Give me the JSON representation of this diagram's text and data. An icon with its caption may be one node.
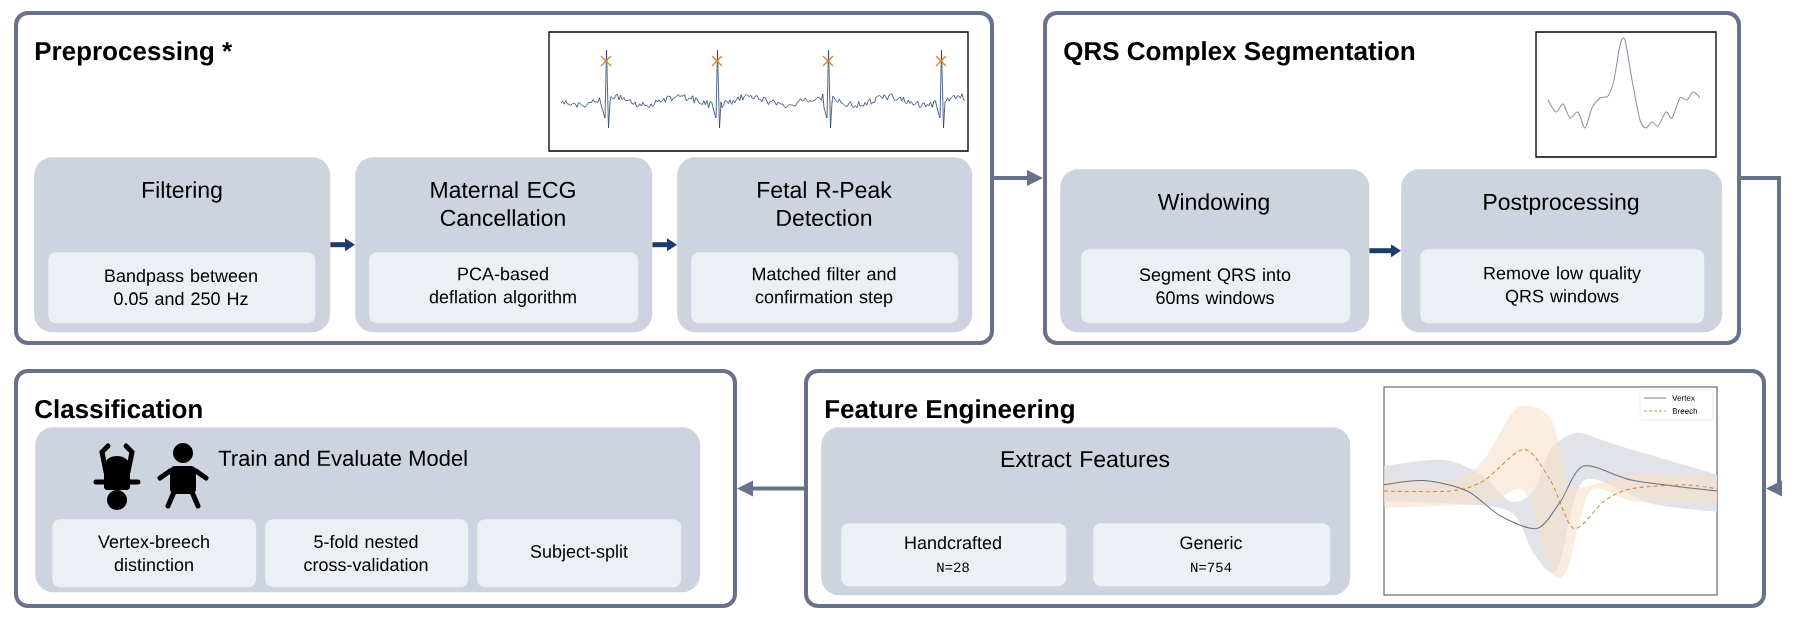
{
  "diagram": {
    "nodes": [
      {
        "text": [
          "Preprocessing *"
        ]
      },
      {
        "text": [
          "Filtering"
        ],
        "in": 0
      },
      {
        "text": [
          "Bandpass between 0.05 and 250 Hz"
        ],
        "in": 1
      },
      {
        "text": [
          "Maternal ECG Cancellation"
        ],
        "in": 0
      },
      {
        "text": [
          "PCA-based deflation algorithm"
        ],
        "in": 3
      },
      {
        "text": [
          "Fetal R-Peak Detection"
        ],
        "in": 0
      },
      {
        "text": [
          "Matched filter and confirmation step"
        ],
        "in": 5
      },
      {
        "text": [
          "QRS Complex Segmentation"
        ]
      },
      {
        "text": [
          "Windowing"
        ],
        "in": 7
      },
      {
        "text": [
          "Segment QRS into 60ms windows"
        ],
        "in": 8
      },
      {
        "text": [
          "Postprocessing"
        ],
        "in": 7
      },
      {
        "text": [
          "Remove low quality QRS windows"
        ],
        "in": 10
      },
      {
        "text": [
          "Feature Engineering"
        ]
      },
      {
        "text": [
          "Extract Features"
        ],
        "in": 12
      },
      {
        "text": [
          "Handcrafted",
          "N=28"
        ],
        "in": 13
      },
      {
        "text": [
          "Generic",
          "N=754"
        ],
        "in": 13
      },
      {
        "text": [
          "Classification"
        ]
      },
      {
        "text": [
          "Train and Evaluate Model"
        ],
        "in": 16
      },
      {
        "text": [
          "Vertex-breech distinction"
        ],
        "in": 17
      },
      {
        "text": [
          "5-fold nested cross-validation"
        ],
        "in": 17
      },
      {
        "text": [
          "Subject-split"
        ],
        "in": 17
      }
    ],
    "edges": [
      {
        "from": 1,
        "to": 3,
        "arrow": "to",
        "color": "#1f3a6e"
      },
      {
        "from": 3,
        "to": 5,
        "arrow": "to",
        "color": "#1f3a6e"
      },
      {
        "from": 0,
        "to": 7,
        "arrow": "to"
      },
      {
        "from": 8,
        "to": 10,
        "arrow": "to",
        "color": "#1f3a6e"
      },
      {
        "from": 7,
        "to": 12,
        "arrow": "to"
      },
      {
        "from": 12,
        "to": 16,
        "arrow": "to"
      }
    ],
    "legend": [
      {
        "text": "Vertex"
      },
      {
        "text": "Breech"
      }
    ]
  }
}
